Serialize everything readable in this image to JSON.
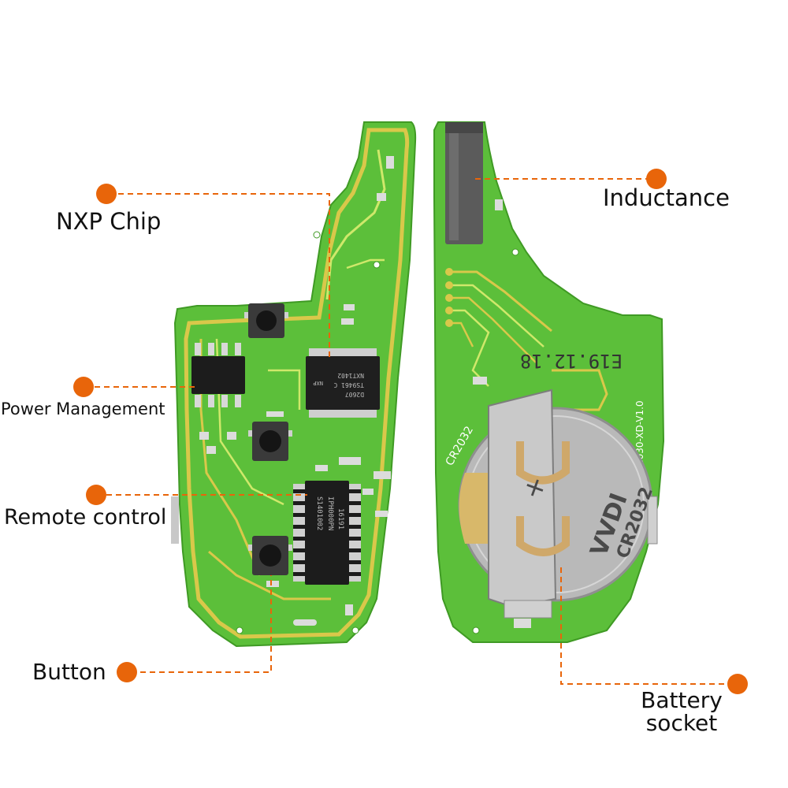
{
  "colors": {
    "callout_dot": "#e8650a",
    "callout_line": "#e8650a",
    "pcb_green": "#5cbf3a",
    "trace_gold": "#d9c84a",
    "chip_black": "#1c1c1c",
    "battery_metal": "#b9b9b9"
  },
  "callouts": {
    "nxp_chip": "NXP Chip",
    "power_management": "Power Management",
    "remote_control": "Remote control",
    "button": "Button",
    "inductance": "Inductance",
    "battery_socket_line1": "Battery",
    "battery_socket_line2": "socket"
  },
  "board_text": {
    "date_code": "E19.12.18",
    "board_id": "SN030-XD-V1.0",
    "battery_type": "CR2032",
    "battery_brand": "VVDI",
    "battery_model": "CR2032",
    "nxp_marking_1": "NXP",
    "nxp_marking_2": "NXT1402",
    "nxp_marking_3": "TS9461 C",
    "nxp_marking_4": "D2607",
    "rc_marking_1": "S1401002",
    "rc_marking_2": "IPH000PN",
    "rc_marking_3": "16191"
  }
}
